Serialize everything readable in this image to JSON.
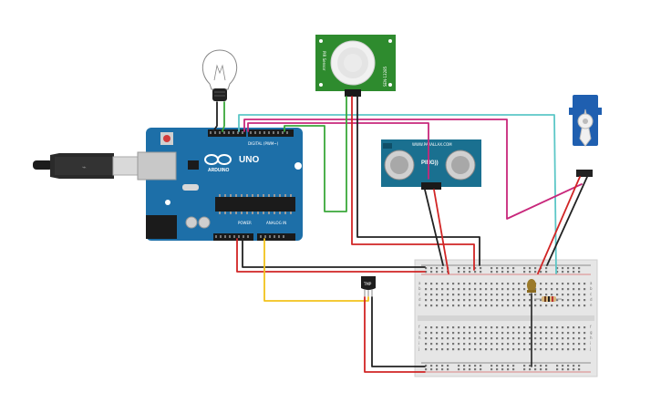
{
  "arduino": {
    "brand": "ARDUINO",
    "model": "UNO",
    "header_digital": "DIGITAL (PWM~)",
    "header_power": "POWER",
    "header_analog": "ANALOG IN",
    "accent": "#1d6fa8"
  },
  "pir": {
    "label_left": "PIR Sensor",
    "label_right": "SEN-13285"
  },
  "ping": {
    "maker": "WWW.PARALLAX.COM",
    "model": "PING))"
  },
  "tmp": {
    "label": "TMP"
  },
  "breadboard": {
    "row_labels_top": [
      "a",
      "b",
      "c",
      "d",
      "e"
    ],
    "row_labels_bottom": [
      "f",
      "g",
      "h",
      "i",
      "j"
    ]
  },
  "wire_colors": {
    "red": "#d12525",
    "black": "#222222",
    "magenta": "#c8277b",
    "cyan": "#5cc7c7",
    "green": "#3aa83a",
    "yellow": "#f2c21b"
  }
}
